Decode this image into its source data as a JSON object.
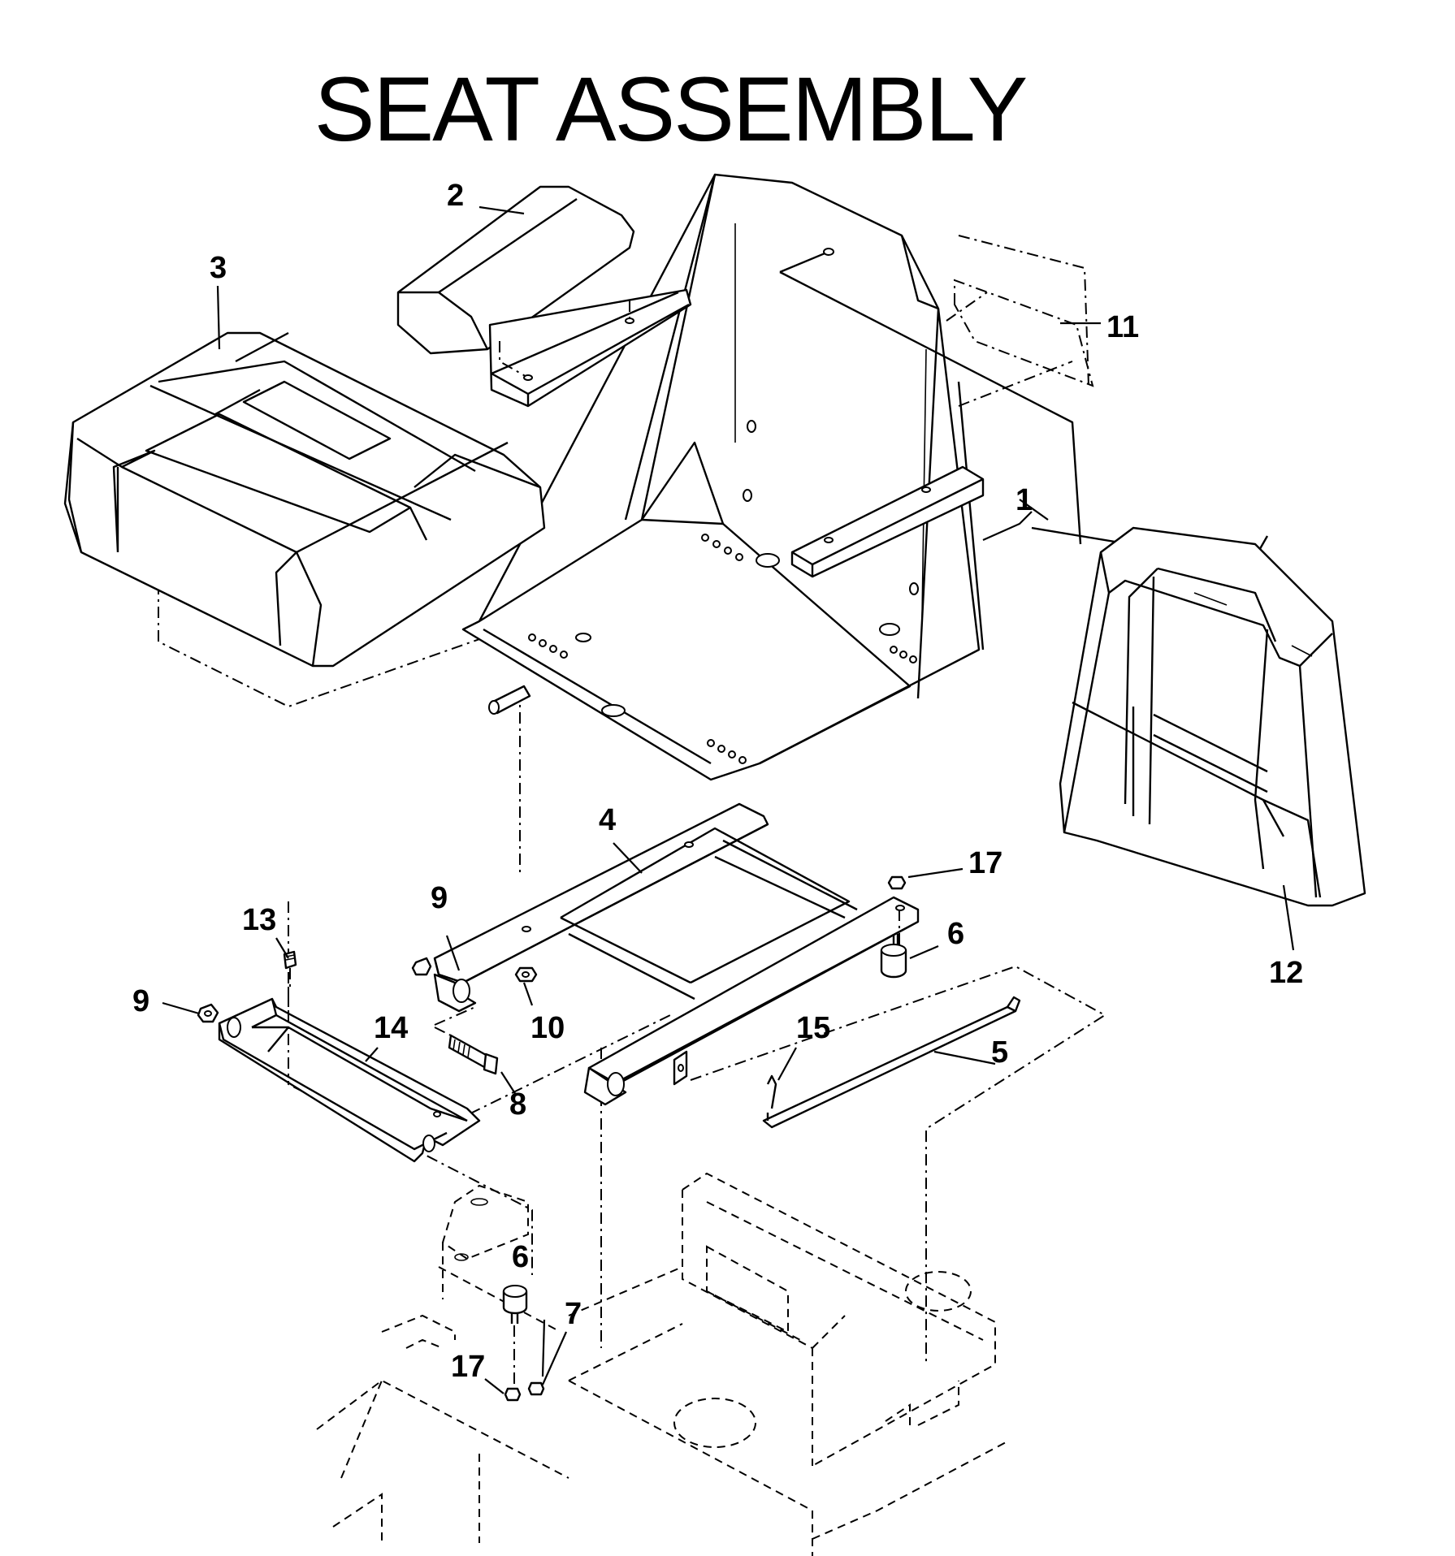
{
  "title": "SEAT ASSEMBLY",
  "callouts": [
    {
      "id": "c1",
      "label": "1"
    },
    {
      "id": "c2",
      "label": "2"
    },
    {
      "id": "c3",
      "label": "3"
    },
    {
      "id": "c4",
      "label": "4"
    },
    {
      "id": "c5",
      "label": "5"
    },
    {
      "id": "c6a",
      "label": "6"
    },
    {
      "id": "c6b",
      "label": "6"
    },
    {
      "id": "c7",
      "label": "7"
    },
    {
      "id": "c8",
      "label": "8"
    },
    {
      "id": "c9a",
      "label": "9"
    },
    {
      "id": "c9b",
      "label": "9"
    },
    {
      "id": "c10",
      "label": "10"
    },
    {
      "id": "c11",
      "label": "11"
    },
    {
      "id": "c12",
      "label": "12"
    },
    {
      "id": "c13",
      "label": "13"
    },
    {
      "id": "c14",
      "label": "14"
    },
    {
      "id": "c15",
      "label": "15"
    },
    {
      "id": "c17a",
      "label": "17"
    },
    {
      "id": "c17b",
      "label": "17"
    }
  ]
}
